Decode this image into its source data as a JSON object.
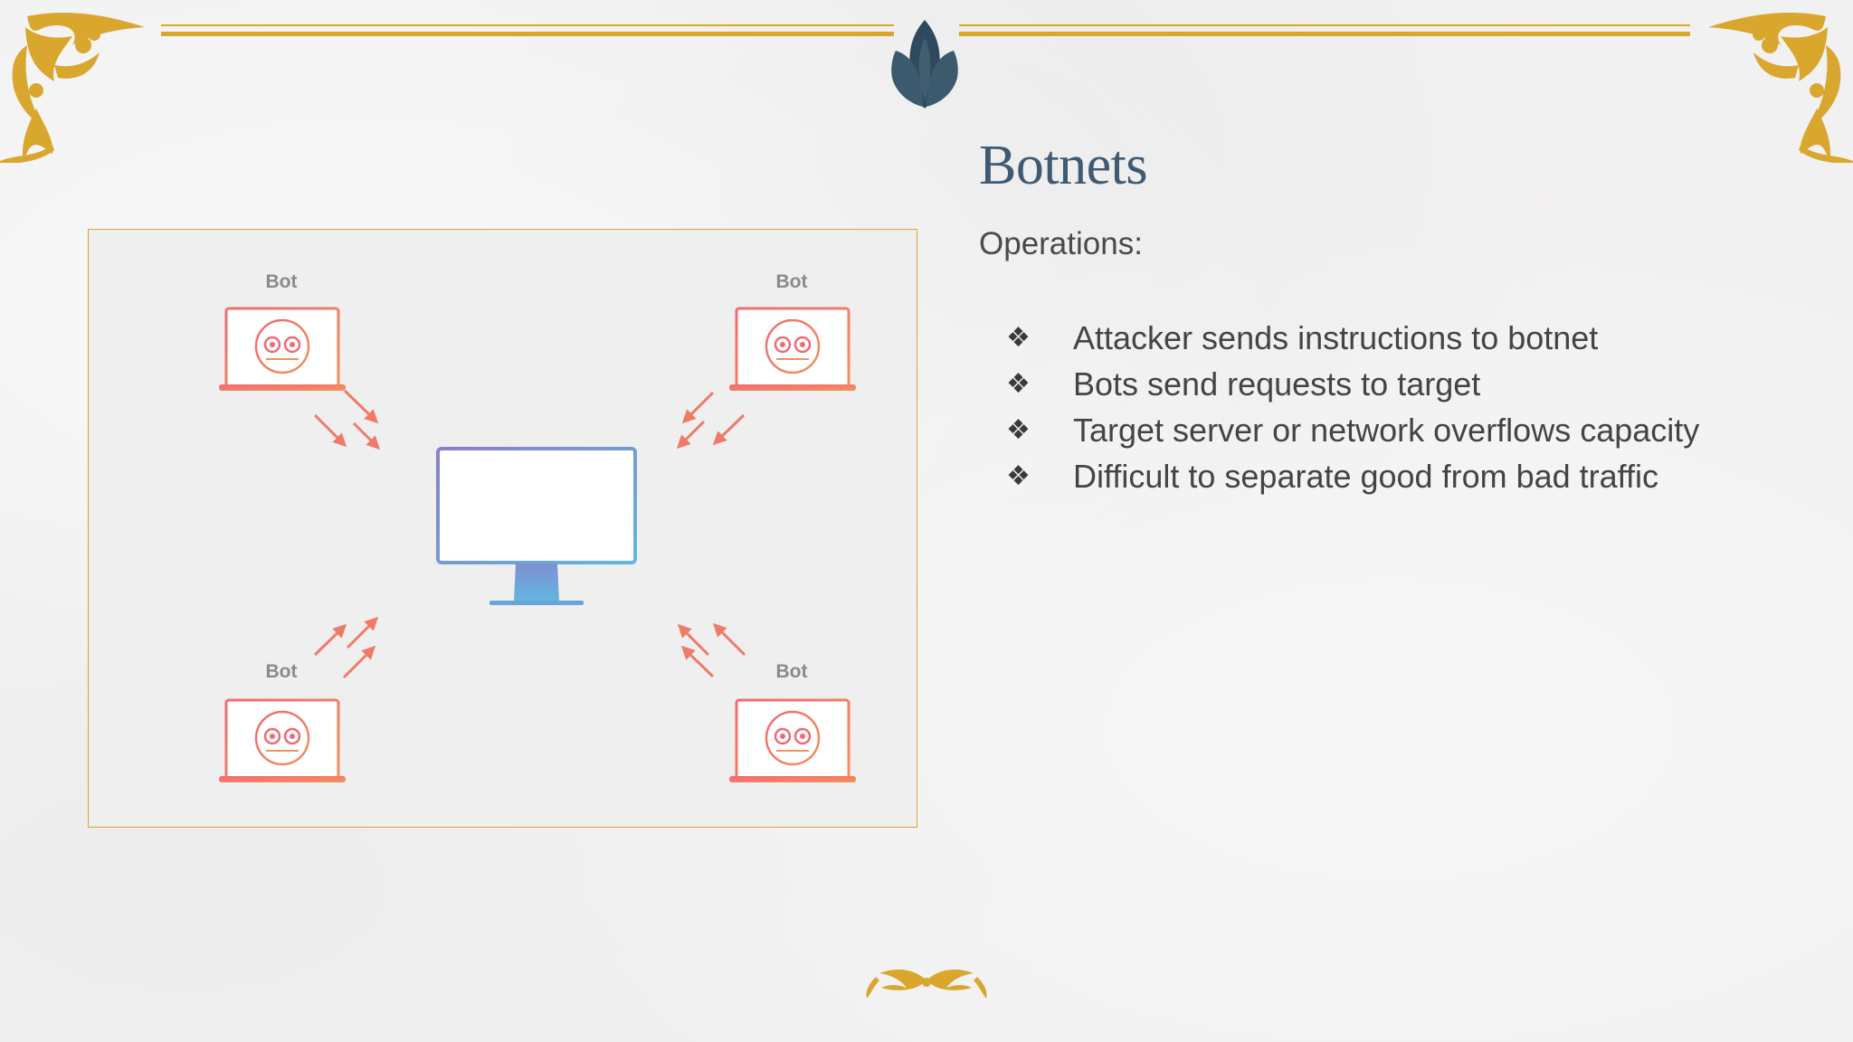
{
  "slide": {
    "title": "Botnets",
    "subtitle": "Operations:",
    "bullets": [
      "Attacker sends instructions to botnet",
      "Bots send requests to target",
      "Target server or network overflows capacity",
      "Difficult to separate good from bad traffic"
    ],
    "bullet_glyph": "❖"
  },
  "figure": {
    "bot_labels": [
      "Bot",
      "Bot",
      "Bot",
      "Bot"
    ]
  },
  "colors": {
    "gold": "#d9a62e",
    "title": "#3f5b73",
    "text": "#444444",
    "bot_pink": "#ef6b73",
    "bot_orange": "#f4915a",
    "monitor_purple": "#8b7fc7",
    "monitor_blue": "#62b6e0",
    "lotus": "#2e4a5c"
  },
  "icons": [
    "ornate-corner-icon",
    "lotus-icon",
    "laurel-flourish-icon",
    "laptop-bot-icon",
    "monitor-icon",
    "arrow-icon"
  ]
}
